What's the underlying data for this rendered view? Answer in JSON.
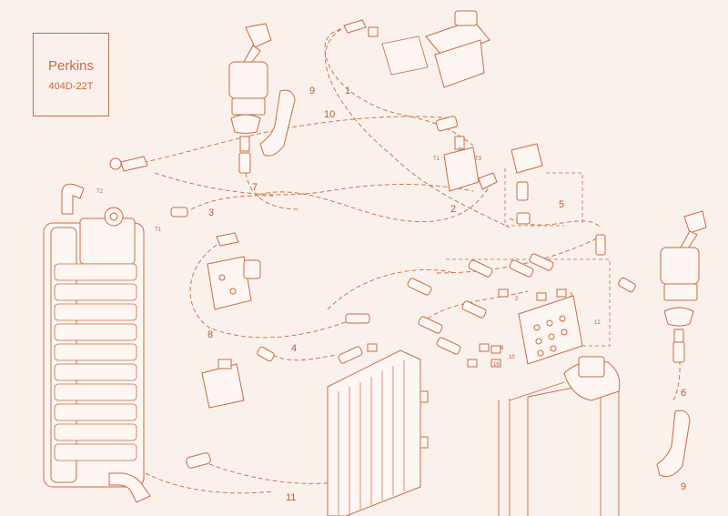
{
  "brand": {
    "name": "Perkins",
    "model": "404D-22T"
  },
  "callouts": [
    "1",
    "2",
    "3",
    "4",
    "5",
    "6",
    "7",
    "8",
    "9",
    "9",
    "10",
    "11",
    "12"
  ],
  "port_labels": {
    "t1": "T1",
    "t2": "T2",
    "t3": "T3",
    "p": "P"
  },
  "fitting_numbers": [
    "2",
    "3",
    "9",
    "10",
    "16"
  ],
  "colors": {
    "line": "#c96a42",
    "fill": "#fdf6f2",
    "background": "#faf1ec"
  }
}
